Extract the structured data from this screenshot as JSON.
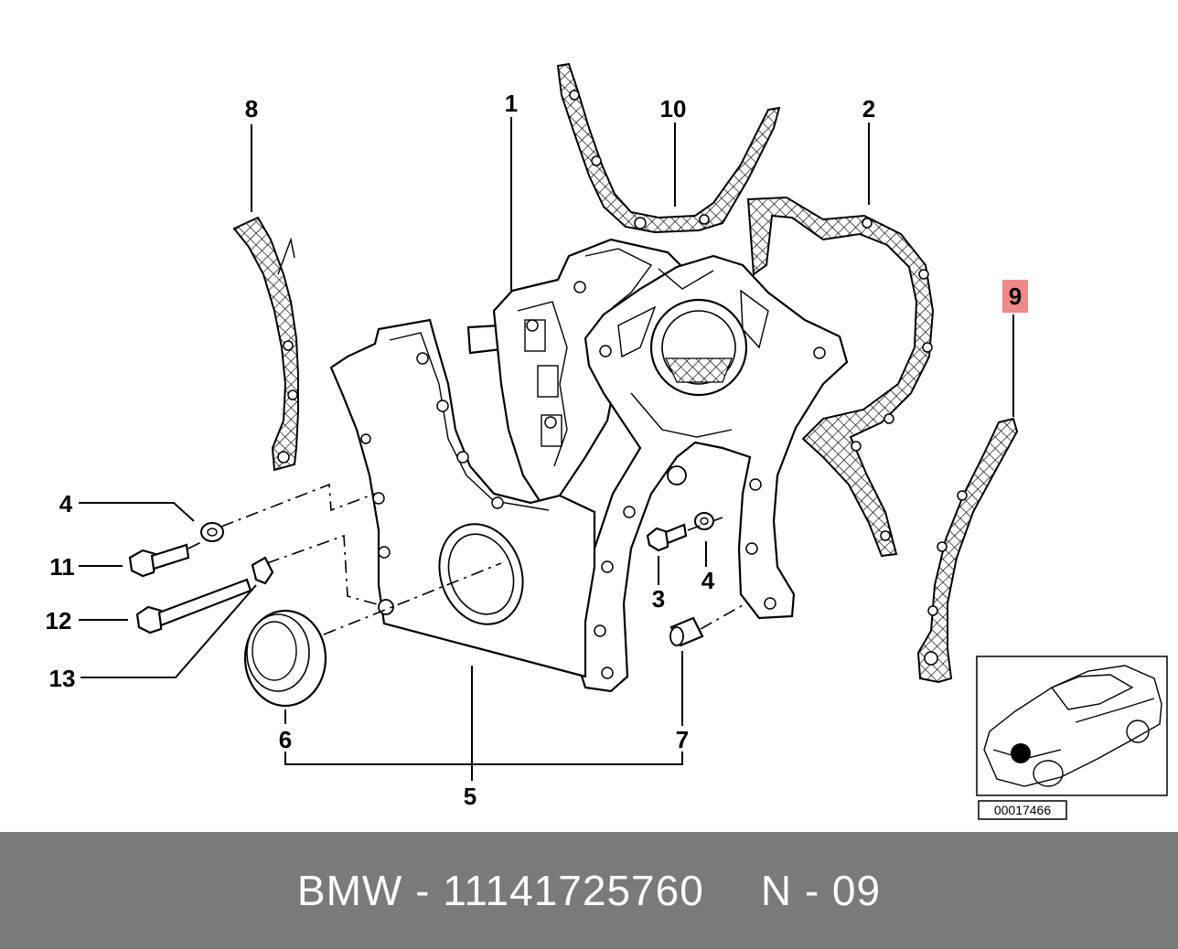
{
  "diagram": {
    "callouts": {
      "c1": "1",
      "c2": "2",
      "c3": "3",
      "c4a": "4",
      "c4b": "4",
      "c5": "5",
      "c6": "6",
      "c7": "7",
      "c8": "8",
      "c9": "9",
      "c10": "10",
      "c11": "11",
      "c12": "12",
      "c13": "13"
    },
    "highlight_color": "#f08a8a",
    "reference_image_number": "00017466"
  },
  "footer": {
    "part_label": "BMW - 11141725760",
    "page_label": "N - 09",
    "background": "#7a7a7a"
  }
}
